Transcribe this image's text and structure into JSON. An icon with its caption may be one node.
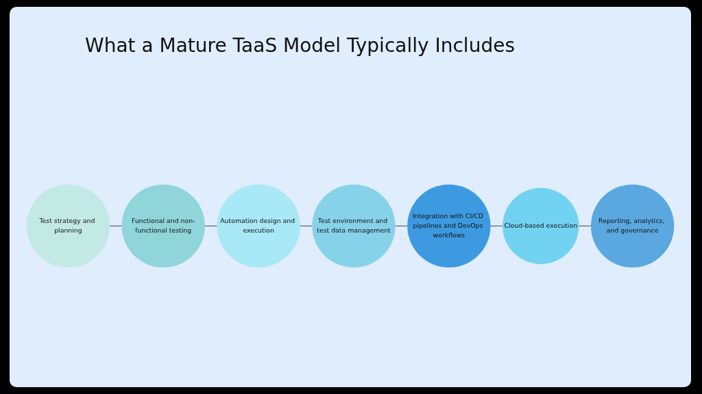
{
  "diagram": {
    "title": "What a Mature TaaS Model Typically Includes",
    "nodes": [
      {
        "text": [
          "Test strategy and planning"
        ]
      },
      {
        "text": [
          "Functional and non-functional testing"
        ]
      },
      {
        "text": [
          "Automation design and execution"
        ]
      },
      {
        "text": [
          "Test environment and test data management"
        ]
      },
      {
        "text": [
          "Reporting, analytics, and governance"
        ]
      },
      {
        "text": [
          "Cloud-based execution"
        ]
      },
      {
        "text": [
          "Integration with CI/CD pipelines and DevOps workflows"
        ]
      }
    ],
    "edges": [
      {
        "from": 0,
        "to": 1,
        "arrow": "none"
      },
      {
        "from": 1,
        "to": 2,
        "arrow": "none"
      },
      {
        "from": 2,
        "to": 3,
        "arrow": "none"
      },
      {
        "from": 3,
        "to": 6,
        "arrow": "none"
      },
      {
        "from": 6,
        "to": 5,
        "arrow": "none"
      },
      {
        "from": 5,
        "to": 4,
        "arrow": "none"
      }
    ]
  }
}
